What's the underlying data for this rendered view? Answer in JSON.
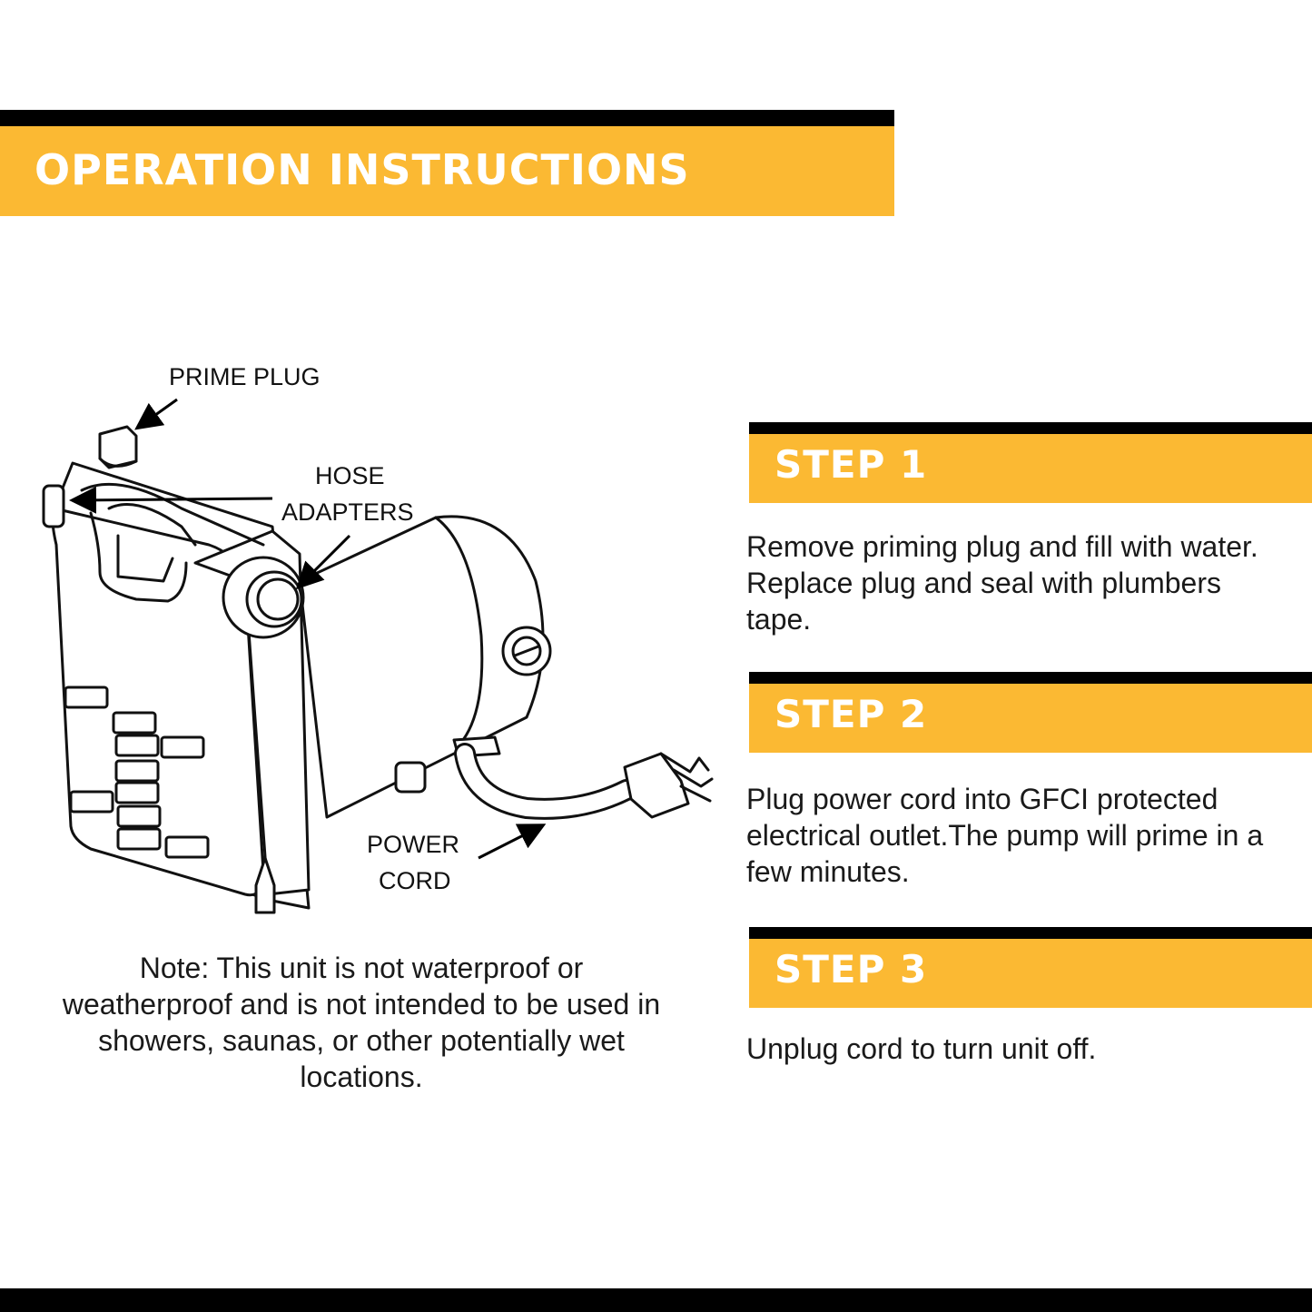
{
  "header": {
    "title": "OPERATION INSTRUCTIONS"
  },
  "colors": {
    "accent": "#fbb933",
    "dark": "#000000"
  },
  "diagram": {
    "labels": {
      "prime_plug": "PRIME PLUG",
      "hose_line1": "HOSE",
      "hose_line2": "ADAPTERS",
      "cord_line1": "POWER",
      "cord_line2": "CORD"
    }
  },
  "note": {
    "text": "Note: This unit is not waterproof or weatherproof and is not intended to be used in showers, saunas, or other potentially wet locations."
  },
  "steps": [
    {
      "title": "STEP 1",
      "text": "Remove priming plug and fill with water. Replace plug and seal with plumbers tape."
    },
    {
      "title": "STEP 2",
      "text": "Plug power cord into GFCI protected electrical outlet.The pump will prime in a few minutes."
    },
    {
      "title": "STEP 3",
      "text": "Unplug cord to turn unit off."
    }
  ]
}
